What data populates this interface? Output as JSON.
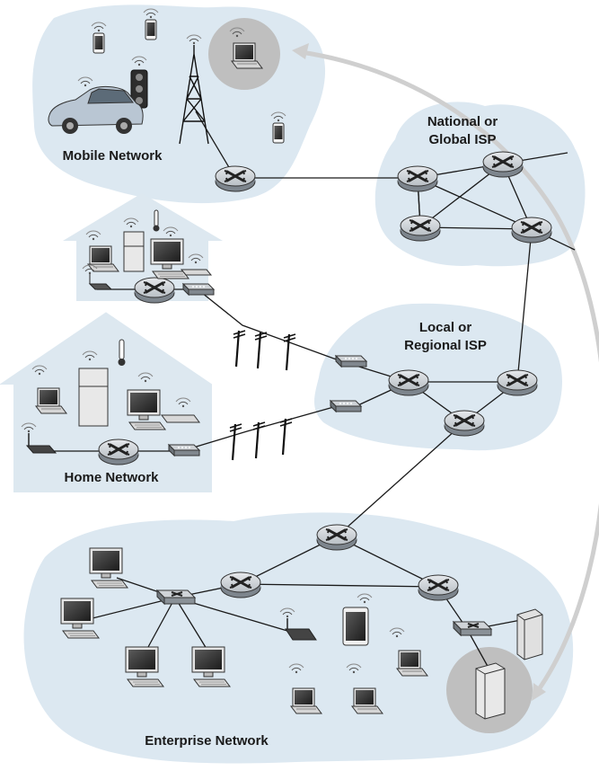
{
  "labels": {
    "mobile": "Mobile Network",
    "national_1": "National or",
    "national_2": "Global ISP",
    "local_1": "Local or",
    "local_2": "Regional ISP",
    "home": "Home Network",
    "enterprise": "Enterprise Network"
  },
  "colors": {
    "cloud": "#dce8f1",
    "house": "#dde8f0",
    "router_top": "#c8cdd2",
    "router_side": "#7d858d",
    "link": "#1a1a1a",
    "arrow": "#cfcfcf",
    "highlight": "#bfbfbf"
  }
}
